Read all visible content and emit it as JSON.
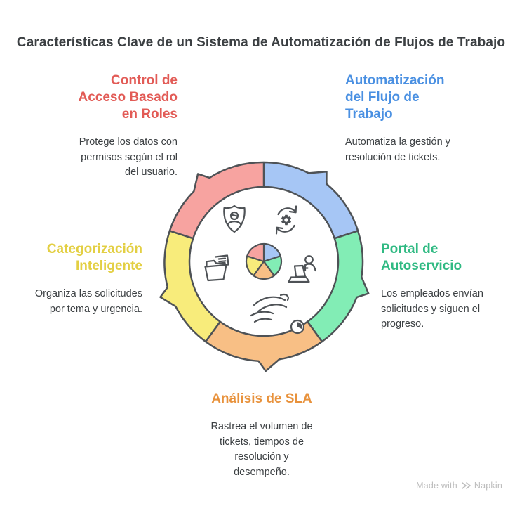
{
  "title": "Características Clave de un Sistema de Automatización de Flujos de Trabajo",
  "features": {
    "access_control": {
      "heading": "Control de\nAcceso Basado\nen Roles",
      "body": "Protege los datos con\npermisos según el rol\ndel usuario.",
      "color": "#E25B56"
    },
    "workflow_automation": {
      "heading": "Automatización\ndel Flujo de\nTrabajo",
      "body": "Automatiza la gestión y\nresolución de tickets.",
      "color": "#4A90E2"
    },
    "smart_categorization": {
      "heading": "Categorización\nInteligente",
      "body": "Organiza las solicitudes\npor tema y urgencia.",
      "color": "#E3CF43"
    },
    "self_service_portal": {
      "heading": "Portal de\nAutoservicio",
      "body": "Los empleados envían\nsolicitudes y siguen el\nprogreso.",
      "color": "#30BA83"
    },
    "sla_analytics": {
      "heading": "Análisis de SLA",
      "body": "Rastrea el volumen de\ntickets, tiempos de\nresolución y\ndesempeño.",
      "color": "#E8923C"
    }
  },
  "diagram": {
    "stroke": "#4E5256",
    "segments": [
      {
        "name": "workflow-automation",
        "fill": "#A6C6F5"
      },
      {
        "name": "self-service-portal",
        "fill": "#82EDB5"
      },
      {
        "name": "sla-analytics",
        "fill": "#F8BF85"
      },
      {
        "name": "smart-categorization",
        "fill": "#F8EC7B"
      },
      {
        "name": "access-control",
        "fill": "#F7A3A0"
      }
    ],
    "icons": [
      "shield-user-icon",
      "sync-gear-icon",
      "folder-doc-icon",
      "user-laptop-plus-icon",
      "wind-clock-icon",
      "pie-chart"
    ]
  },
  "watermark": {
    "made_with": "Made with",
    "brand": "Napkin"
  }
}
